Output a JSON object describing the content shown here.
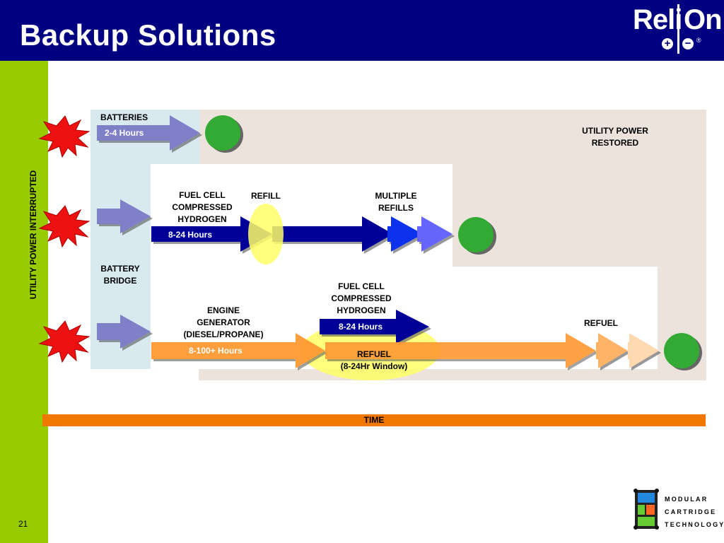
{
  "slide": {
    "title": "Backup Solutions",
    "page_number": "21"
  },
  "logo": {
    "left": "Reli",
    "right": "On",
    "plus": "+",
    "minus": "−",
    "registered": "®"
  },
  "side_label": "UTILITY POWER INTERRUPTED",
  "labels": {
    "batteries": "BATTERIES",
    "batteries_hours": "2-4 Hours",
    "utility_restored_1": "UTILITY POWER",
    "utility_restored_2": "RESTORED",
    "fuel_cell_1": [
      "FUEL CELL",
      "COMPRESSED",
      "HYDROGEN"
    ],
    "fuel_cell_1_hours": "8-24 Hours",
    "refill": "REFILL",
    "multiple_refills": [
      "MULTIPLE",
      "REFILLS"
    ],
    "battery_bridge": [
      "BATTERY",
      "BRIDGE"
    ],
    "engine_generator": [
      "ENGINE",
      "GENERATOR",
      "(DIESEL/PROPANE)"
    ],
    "engine_hours": "8-100+ Hours",
    "fuel_cell_2": [
      "FUEL CELL",
      "COMPRESSED",
      "HYDROGEN"
    ],
    "fuel_cell_2_hours": "8-24 Hours",
    "refuel_window": [
      "REFUEL",
      "(8-24Hr Window)"
    ],
    "refuel": "REFUEL",
    "time": "TIME"
  },
  "mct_logo": [
    "MODULAR",
    "CARTRIDGE",
    "TECHNOLOGY"
  ],
  "colors": {
    "header": "#000080",
    "sidebar": "#99cc00",
    "battery_area": "#d8eaf0",
    "restored_area": "#ece4dc",
    "battery_arrow": "#8080c8",
    "hydrogen_arrow": "#000099",
    "generator_arrow": "#ff9933",
    "restored_dot": "#33aa33",
    "highlight": "#ffff66",
    "time_bar": "#f07800"
  }
}
